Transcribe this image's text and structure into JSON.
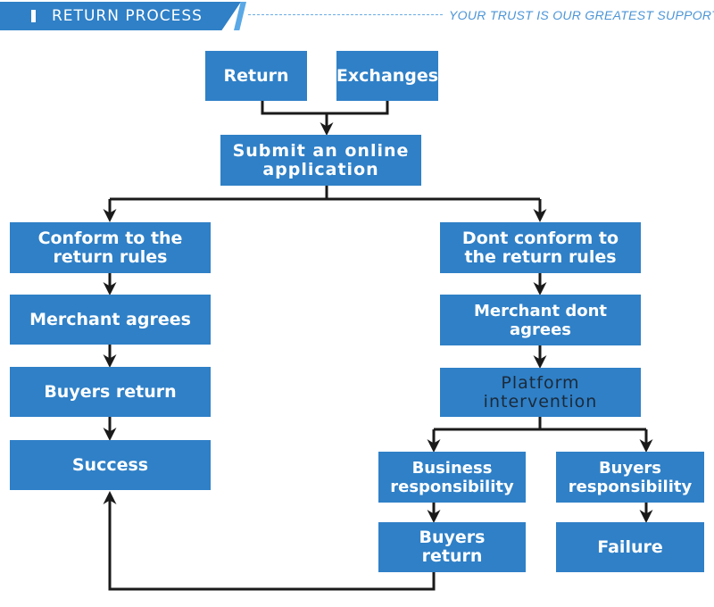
{
  "header": {
    "title": "RETURN PROCESS",
    "slogan": "YOUR TRUST IS OUR GREATEST SUPPORT"
  },
  "nodes": {
    "return": "Return",
    "exchanges": "Exchanges",
    "submit": "Submit an online application",
    "conform": "Conform to the return rules",
    "merchant_agrees": "Merchant agrees",
    "buyers_return_left": "Buyers return",
    "success": "Success",
    "dont_conform": "Dont conform to the return rules",
    "merchant_dont": "Merchant dont agrees",
    "platform": "Platform intervention",
    "business_resp": "Business responsibility",
    "buyers_resp": "Buyers responsibility",
    "buyers_return_right": "Buyers return",
    "failure": "Failure"
  },
  "colors": {
    "box": "#2f80c7",
    "line": "#1a1a1a",
    "dark_text": "#1b2a3a"
  }
}
